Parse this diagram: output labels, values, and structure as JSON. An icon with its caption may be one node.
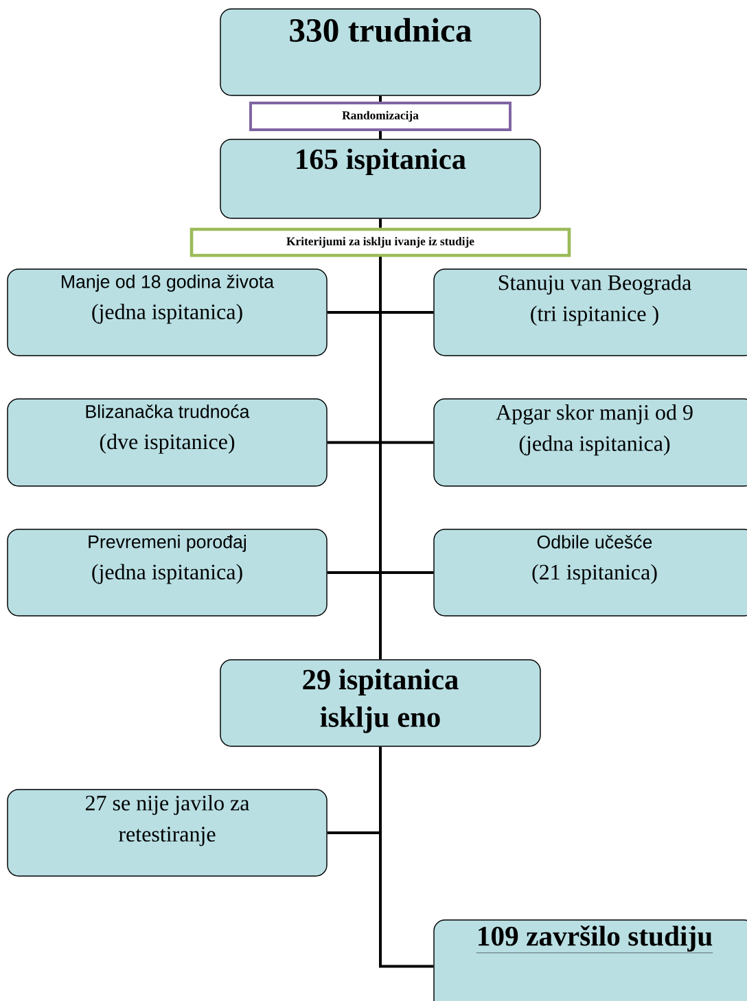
{
  "diagram": {
    "nodes": [
      {
        "text": [
          "330 trudnica"
        ]
      },
      {
        "text": [
          "Randomizacija"
        ]
      },
      {
        "text": [
          "165 ispitanica"
        ]
      },
      {
        "text": [
          "Kriterijumi za isklju ivanje iz studije"
        ]
      },
      {
        "text": [
          "Manje od 18 godina života",
          "(jedna ispitanica)"
        ]
      },
      {
        "text": [
          "Stanuju van Beograda",
          "(tri ispitanice )"
        ]
      },
      {
        "text": [
          "Blizanačka trudnoća",
          "(dve ispitanice)"
        ]
      },
      {
        "text": [
          "Apgar skor manji od 9",
          "(jedna ispitanica)"
        ]
      },
      {
        "text": [
          "Prevremeni porođaj",
          "(jedna ispitanica)"
        ]
      },
      {
        "text": [
          "Odbile učešće",
          "(21 ispitanica)"
        ]
      },
      {
        "text": [
          "29 ispitanica isklju eno"
        ]
      },
      {
        "text": [
          "27 se nije javilo za retestiranje"
        ]
      },
      {
        "text": [
          "109 završilo studiju"
        ]
      }
    ],
    "edges": [
      {
        "from": 0,
        "to": 1,
        "arrow": "none"
      },
      {
        "from": 1,
        "to": 2,
        "arrow": "none"
      },
      {
        "from": 2,
        "to": 3,
        "arrow": "none"
      },
      {
        "from": 3,
        "to": 4,
        "arrow": "none"
      },
      {
        "from": 3,
        "to": 5,
        "arrow": "none"
      },
      {
        "from": 3,
        "to": 6,
        "arrow": "none"
      },
      {
        "from": 3,
        "to": 7,
        "arrow": "none"
      },
      {
        "from": 3,
        "to": 8,
        "arrow": "none"
      },
      {
        "from": 3,
        "to": 9,
        "arrow": "none"
      },
      {
        "from": 3,
        "to": 10,
        "arrow": "none"
      },
      {
        "from": 10,
        "to": 11,
        "arrow": "none"
      },
      {
        "from": 10,
        "to": 12,
        "arrow": "none"
      }
    ]
  }
}
